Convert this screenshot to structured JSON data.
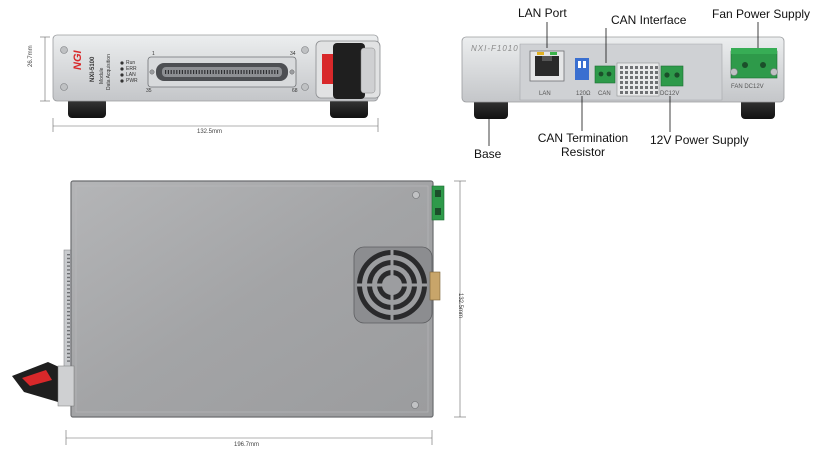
{
  "front_view": {
    "height_dim": "26.7mm",
    "width_dim": "132.5mm",
    "logo": "NGI",
    "model": "NXI-5100",
    "subtitle_1": "Module",
    "subtitle_2": "Data Acquisition",
    "leds": [
      "Run",
      "ERR",
      "LAN",
      "PWR"
    ],
    "pin_left_top": "1",
    "pin_right_top": "34",
    "pin_left_bottom": "35",
    "pin_right_bottom": "68"
  },
  "rear_view": {
    "model": "NXI-F1010",
    "port_labels": {
      "lan": "LAN",
      "termination": "120Ω",
      "can": "CAN",
      "dc": "DC12V",
      "fan": "FAN DC12V"
    },
    "callouts": {
      "lan_port": "LAN Port",
      "can_interface": "CAN Interface",
      "fan_power_supply": "Fan Power Supply",
      "base": "Base",
      "can_termination_line1": "CAN Termination",
      "can_termination_line2": "Resistor",
      "power_supply_12v": "12V Power Supply"
    }
  },
  "top_view": {
    "height_dim": "132.5mm",
    "width_dim": "196.7mm"
  },
  "colors": {
    "panel": "#d6d8db",
    "body": "#a8a9ab",
    "terminal_green": "#2e9a4a",
    "handle_red": "#d8282a",
    "foot": "#1c1c1c",
    "dip_blue": "#3a6fd0"
  }
}
